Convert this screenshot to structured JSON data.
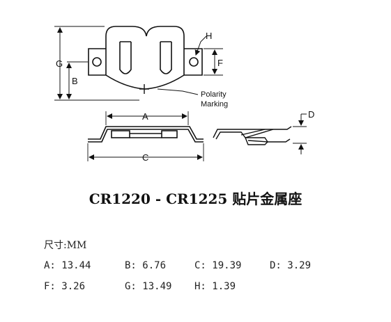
{
  "drawing": {
    "dimension_labels": {
      "G": "G",
      "B": "B",
      "H": "H",
      "F": "F",
      "A": "A",
      "C": "C",
      "D": "D"
    },
    "polarity_note": [
      "Polarity",
      "Marking"
    ]
  },
  "title": "CR1220 - CR1225 贴片金属座",
  "unit_label": "尺寸:MM",
  "specs": [
    {
      "text": "A: 13.44"
    },
    {
      "text": "B: 6.76"
    },
    {
      "text": "C: 19.39"
    },
    {
      "text": "D: 3.29"
    },
    {
      "text": "F: 3.26"
    },
    {
      "text": "G: 13.49"
    },
    {
      "text": "H: 1.39"
    }
  ]
}
